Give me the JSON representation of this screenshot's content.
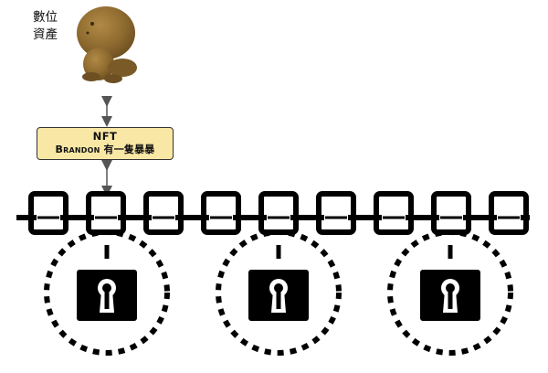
{
  "asset": {
    "label_line1": "數位",
    "label_line2": "資產",
    "image_icon": "plush-toy-photo"
  },
  "nft": {
    "title": "NFT",
    "name": "Brandon 有一隻暴暴",
    "fill_color": "#f9e7a5"
  },
  "chain": {
    "link_count": 9,
    "icon": "chain-link-icon",
    "color": "#000000"
  },
  "locks": {
    "count": 3,
    "icon": "keyhole-lock-icon",
    "ring_style": "dashed-circle"
  }
}
